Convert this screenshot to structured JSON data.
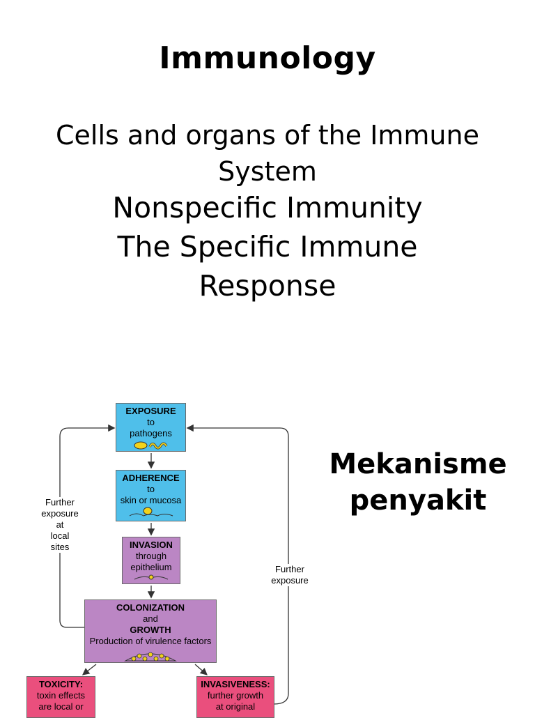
{
  "slide": {
    "title": "Immunology",
    "subtitle_line1": "Cells and organs of the Immune",
    "subtitle_line2": "System",
    "topics": [
      "Nonspecific Immunity",
      "The Specific Immune",
      "Response"
    ],
    "side_title_line1": "Mekanisme",
    "side_title_line2": "penyakit"
  },
  "diagram": {
    "exposure": {
      "heading": "EXPOSURE",
      "line1": "to",
      "line2": "pathogens",
      "color": "#4fbfea"
    },
    "adherence": {
      "heading": "ADHERENCE",
      "line1": "to",
      "line2": "skin or mucosa",
      "color": "#4fbfea"
    },
    "invasion": {
      "heading": "INVASION",
      "line1": "through",
      "line2": "epithelium",
      "color": "#bb86c4"
    },
    "colonization": {
      "heading1": "COLONIZATION",
      "line1": "and",
      "heading2": "GROWTH",
      "line2": "Production of virulence factors",
      "color": "#bb86c4"
    },
    "toxicity": {
      "heading": "TOXICITY:",
      "line1": "toxin effects",
      "line2": "are local or",
      "color": "#ea4f7d"
    },
    "invasiveness": {
      "heading": "INVASIVENESS:",
      "line1": "further growth",
      "line2": "at original",
      "color": "#ea4f7d"
    },
    "left_loop_label": [
      "Further",
      "exposure",
      "at",
      "local",
      "sites"
    ],
    "right_loop_label": [
      "Further",
      "exposure"
    ]
  }
}
